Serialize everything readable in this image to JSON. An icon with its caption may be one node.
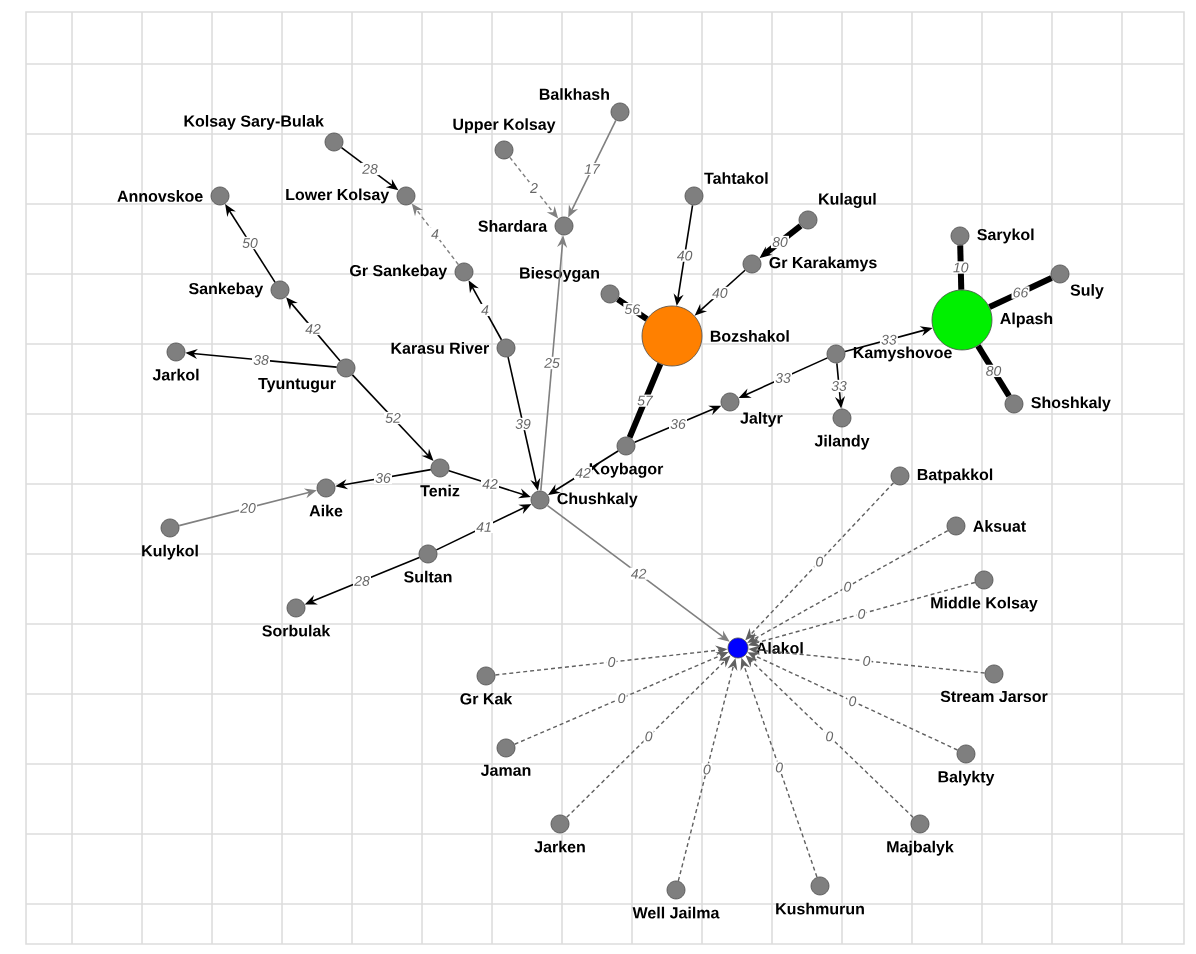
{
  "diagram": {
    "nodes": [
      {
        "text": [
          "Kolsay Sary-Bulak"
        ]
      },
      {
        "text": [
          "Lower Kolsay"
        ]
      },
      {
        "text": [
          "Upper Kolsay"
        ]
      },
      {
        "text": [
          "Balkhash"
        ]
      },
      {
        "text": [
          "Shardara"
        ]
      },
      {
        "text": [
          "Annovskoe"
        ]
      },
      {
        "text": [
          "Gr Sankebay"
        ]
      },
      {
        "text": [
          "Sankebay"
        ]
      },
      {
        "text": [
          "Karasu River"
        ]
      },
      {
        "text": [
          "Jarkol"
        ]
      },
      {
        "text": [
          "Tyuntugur"
        ]
      },
      {
        "text": [
          "Teniz"
        ]
      },
      {
        "text": [
          "Aike"
        ]
      },
      {
        "text": [
          "Kulykol"
        ]
      },
      {
        "text": [
          "Chushkaly"
        ]
      },
      {
        "text": [
          "Sultan"
        ]
      },
      {
        "text": [
          "Sorbulak"
        ]
      },
      {
        "text": [
          "Tahtakol"
        ]
      },
      {
        "text": [
          "Kulagul"
        ]
      },
      {
        "text": [
          "Gr Karakamys"
        ]
      },
      {
        "text": [
          "Biesoygan"
        ]
      },
      {
        "text": [
          "Bozshakol"
        ]
      },
      {
        "text": [
          "Sarykol"
        ]
      },
      {
        "text": [
          "Alpash"
        ]
      },
      {
        "text": [
          "Suly"
        ]
      },
      {
        "text": [
          "Kamyshovoe"
        ]
      },
      {
        "text": [
          "Shoshkaly"
        ]
      },
      {
        "text": [
          "Jaltyr"
        ]
      },
      {
        "text": [
          "Jilandy"
        ]
      },
      {
        "text": [
          "Koybagor"
        ]
      },
      {
        "text": [
          "Batpakkol"
        ]
      },
      {
        "text": [
          "Aksuat"
        ]
      },
      {
        "text": [
          "Middle Kolsay"
        ]
      },
      {
        "text": [
          "Alakol"
        ]
      },
      {
        "text": [
          "Stream Jarsor"
        ]
      },
      {
        "text": [
          "Balykty"
        ]
      },
      {
        "text": [
          "Gr Kak"
        ]
      },
      {
        "text": [
          "Jaman"
        ]
      },
      {
        "text": [
          "Majbalyk"
        ]
      },
      {
        "text": [
          "Jarken"
        ]
      },
      {
        "text": [
          "Kushmurun"
        ]
      },
      {
        "text": [
          "Well Jailma"
        ]
      }
    ],
    "edges": [
      {
        "from": 0,
        "to": 1,
        "arrow": "to",
        "label": "28"
      },
      {
        "from": 6,
        "to": 1,
        "arrow": "to",
        "label": "4",
        "style": "dashed",
        "color": "#808080"
      },
      {
        "from": 2,
        "to": 4,
        "arrow": "to",
        "label": "2",
        "style": "dashed",
        "color": "#808080"
      },
      {
        "from": 3,
        "to": 4,
        "arrow": "to",
        "label": "17",
        "color": "#808080"
      },
      {
        "from": 14,
        "to": 4,
        "arrow": "to",
        "label": "25",
        "color": "#808080"
      },
      {
        "from": 8,
        "to": 6,
        "arrow": "to",
        "label": "4"
      },
      {
        "from": 8,
        "to": 14,
        "arrow": "to",
        "label": "39"
      },
      {
        "from": 10,
        "to": 7,
        "arrow": "to",
        "label": "42"
      },
      {
        "from": 7,
        "to": 5,
        "arrow": "to",
        "label": "50"
      },
      {
        "from": 10,
        "to": 9,
        "arrow": "to",
        "label": "38"
      },
      {
        "from": 10,
        "to": 11,
        "arrow": "to",
        "label": "52"
      },
      {
        "from": 11,
        "to": 12,
        "arrow": "to",
        "label": "36"
      },
      {
        "from": 13,
        "to": 12,
        "arrow": "to",
        "label": "20",
        "color": "#808080"
      },
      {
        "from": 11,
        "to": 14,
        "arrow": "to",
        "label": "42"
      },
      {
        "from": 15,
        "to": 14,
        "arrow": "to",
        "label": "41"
      },
      {
        "from": 15,
        "to": 16,
        "arrow": "to",
        "label": "28"
      },
      {
        "from": 29,
        "to": 14,
        "arrow": "to",
        "label": "42"
      },
      {
        "from": 21,
        "to": 29,
        "arrow": "none",
        "label": "57",
        "style": "thick"
      },
      {
        "from": 29,
        "to": 27,
        "arrow": "to",
        "label": "36"
      },
      {
        "from": 25,
        "to": 27,
        "arrow": "to",
        "label": "33"
      },
      {
        "from": 25,
        "to": 23,
        "arrow": "to",
        "label": "33"
      },
      {
        "from": 25,
        "to": 28,
        "arrow": "to",
        "label": "33"
      },
      {
        "from": 17,
        "to": 21,
        "arrow": "to",
        "label": "40"
      },
      {
        "from": 19,
        "to": 21,
        "arrow": "to",
        "label": "40"
      },
      {
        "from": 18,
        "to": 19,
        "arrow": "to",
        "label": "80",
        "style": "thick"
      },
      {
        "from": 20,
        "to": 21,
        "arrow": "none",
        "label": "56",
        "style": "thick"
      },
      {
        "from": 22,
        "to": 23,
        "arrow": "none",
        "label": "10",
        "style": "thick"
      },
      {
        "from": 24,
        "to": 23,
        "arrow": "none",
        "label": "66",
        "style": "thick"
      },
      {
        "from": 26,
        "to": 23,
        "arrow": "none",
        "label": "80",
        "style": "thick"
      },
      {
        "from": 14,
        "to": 33,
        "arrow": "to",
        "label": "42",
        "color": "#808080"
      },
      {
        "from": 30,
        "to": 33,
        "arrow": "to",
        "label": "0",
        "style": "dashed",
        "color": "#606060"
      },
      {
        "from": 31,
        "to": 33,
        "arrow": "to",
        "label": "0",
        "style": "dashed",
        "color": "#606060"
      },
      {
        "from": 32,
        "to": 33,
        "arrow": "to",
        "label": "0",
        "style": "dashed",
        "color": "#606060"
      },
      {
        "from": 34,
        "to": 33,
        "arrow": "to",
        "label": "0",
        "style": "dashed",
        "color": "#606060"
      },
      {
        "from": 35,
        "to": 33,
        "arrow": "to",
        "label": "0",
        "style": "dashed",
        "color": "#606060"
      },
      {
        "from": 38,
        "to": 33,
        "arrow": "to",
        "label": "0",
        "style": "dashed",
        "color": "#606060"
      },
      {
        "from": 40,
        "to": 33,
        "arrow": "to",
        "label": "0",
        "style": "dashed",
        "color": "#606060"
      },
      {
        "from": 41,
        "to": 33,
        "arrow": "to",
        "label": "0",
        "style": "dashed",
        "color": "#606060"
      },
      {
        "from": 39,
        "to": 33,
        "arrow": "to",
        "label": "0",
        "style": "dashed",
        "color": "#606060"
      },
      {
        "from": 37,
        "to": 33,
        "arrow": "to",
        "label": "0",
        "style": "dashed",
        "color": "#606060"
      },
      {
        "from": 36,
        "to": 33,
        "arrow": "to",
        "label": "0",
        "style": "dashed",
        "color": "#606060"
      }
    ]
  }
}
